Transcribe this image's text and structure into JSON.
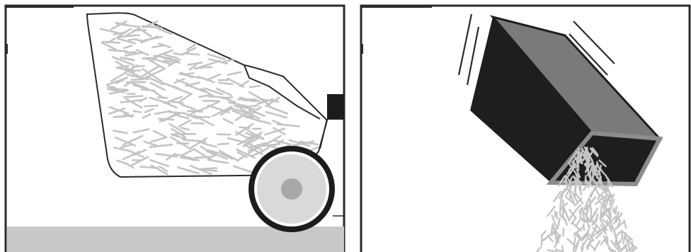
{
  "figure": {
    "panels": [
      {
        "id": "left",
        "subject": "grass-catcher-bag-filled-with-clippings-on-mower"
      },
      {
        "id": "right",
        "subject": "emptying-grass-catcher-box"
      }
    ]
  },
  "colors": {
    "frame": "#2a2a2a",
    "clippings": "#c4c4c4",
    "ground": "#c8c8c8",
    "wheel_tire": "#1c1c1c",
    "wheel_hub": "#d9d9d9",
    "box_dark": "#1e1e1e",
    "box_top": "#7a7a7a",
    "box_rim": "#8c8c8c"
  },
  "icons": {
    "bag": "grass-bag-icon",
    "wheel": "wheel-icon",
    "box": "catcher-box-icon",
    "motion": "motion-lines-icon"
  }
}
